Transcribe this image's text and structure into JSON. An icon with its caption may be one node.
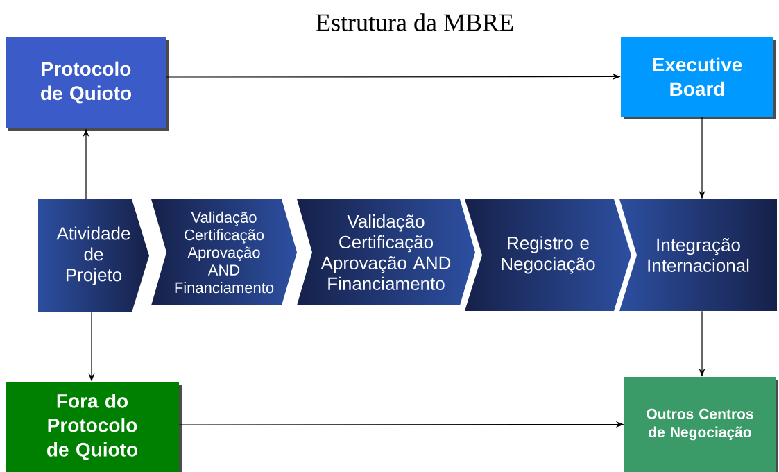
{
  "diagram": {
    "title": "Estrutura da MBRE",
    "nodes": [
      {
        "text": [
          "Protocolo de Quioto"
        ]
      },
      {
        "text": [
          "Executive Board"
        ]
      },
      {
        "text": [
          "Atividade de Projeto"
        ]
      },
      {
        "text": [
          "Validação Certificação Aprovação AND Financiamento"
        ]
      },
      {
        "text": [
          "Validação Certificação Aprovação AND Financiamento"
        ]
      },
      {
        "text": [
          "Registro e Negociação"
        ]
      },
      {
        "text": [
          "Integração Internacional"
        ]
      },
      {
        "text": [
          "Fora do Protocolo de Quioto"
        ]
      },
      {
        "text": [
          "Outros Centros de Negociação"
        ]
      }
    ],
    "edges": [
      {
        "from": 2,
        "to": 0,
        "arrow": "to"
      },
      {
        "from": 0,
        "to": 1,
        "arrow": "to"
      },
      {
        "from": 1,
        "to": 6,
        "arrow": "to"
      },
      {
        "from": 2,
        "to": 7,
        "arrow": "to"
      },
      {
        "from": 6,
        "to": 8,
        "arrow": "to"
      },
      {
        "from": 7,
        "to": 8,
        "arrow": "to"
      }
    ]
  }
}
